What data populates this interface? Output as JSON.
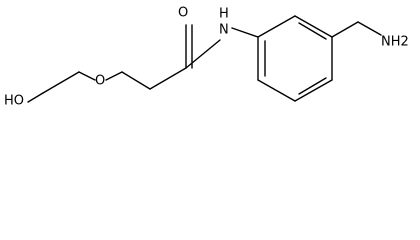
{
  "atoms": {
    "hydroxyl": "HO",
    "ether_oxygen": "O",
    "carbonyl_oxygen": "O",
    "amide_nitrogen": "N",
    "amide_hydrogen": "H",
    "amine": "NH2"
  },
  "colors": {
    "bond": "#000000",
    "label": "#000000",
    "background": "#ffffff"
  }
}
